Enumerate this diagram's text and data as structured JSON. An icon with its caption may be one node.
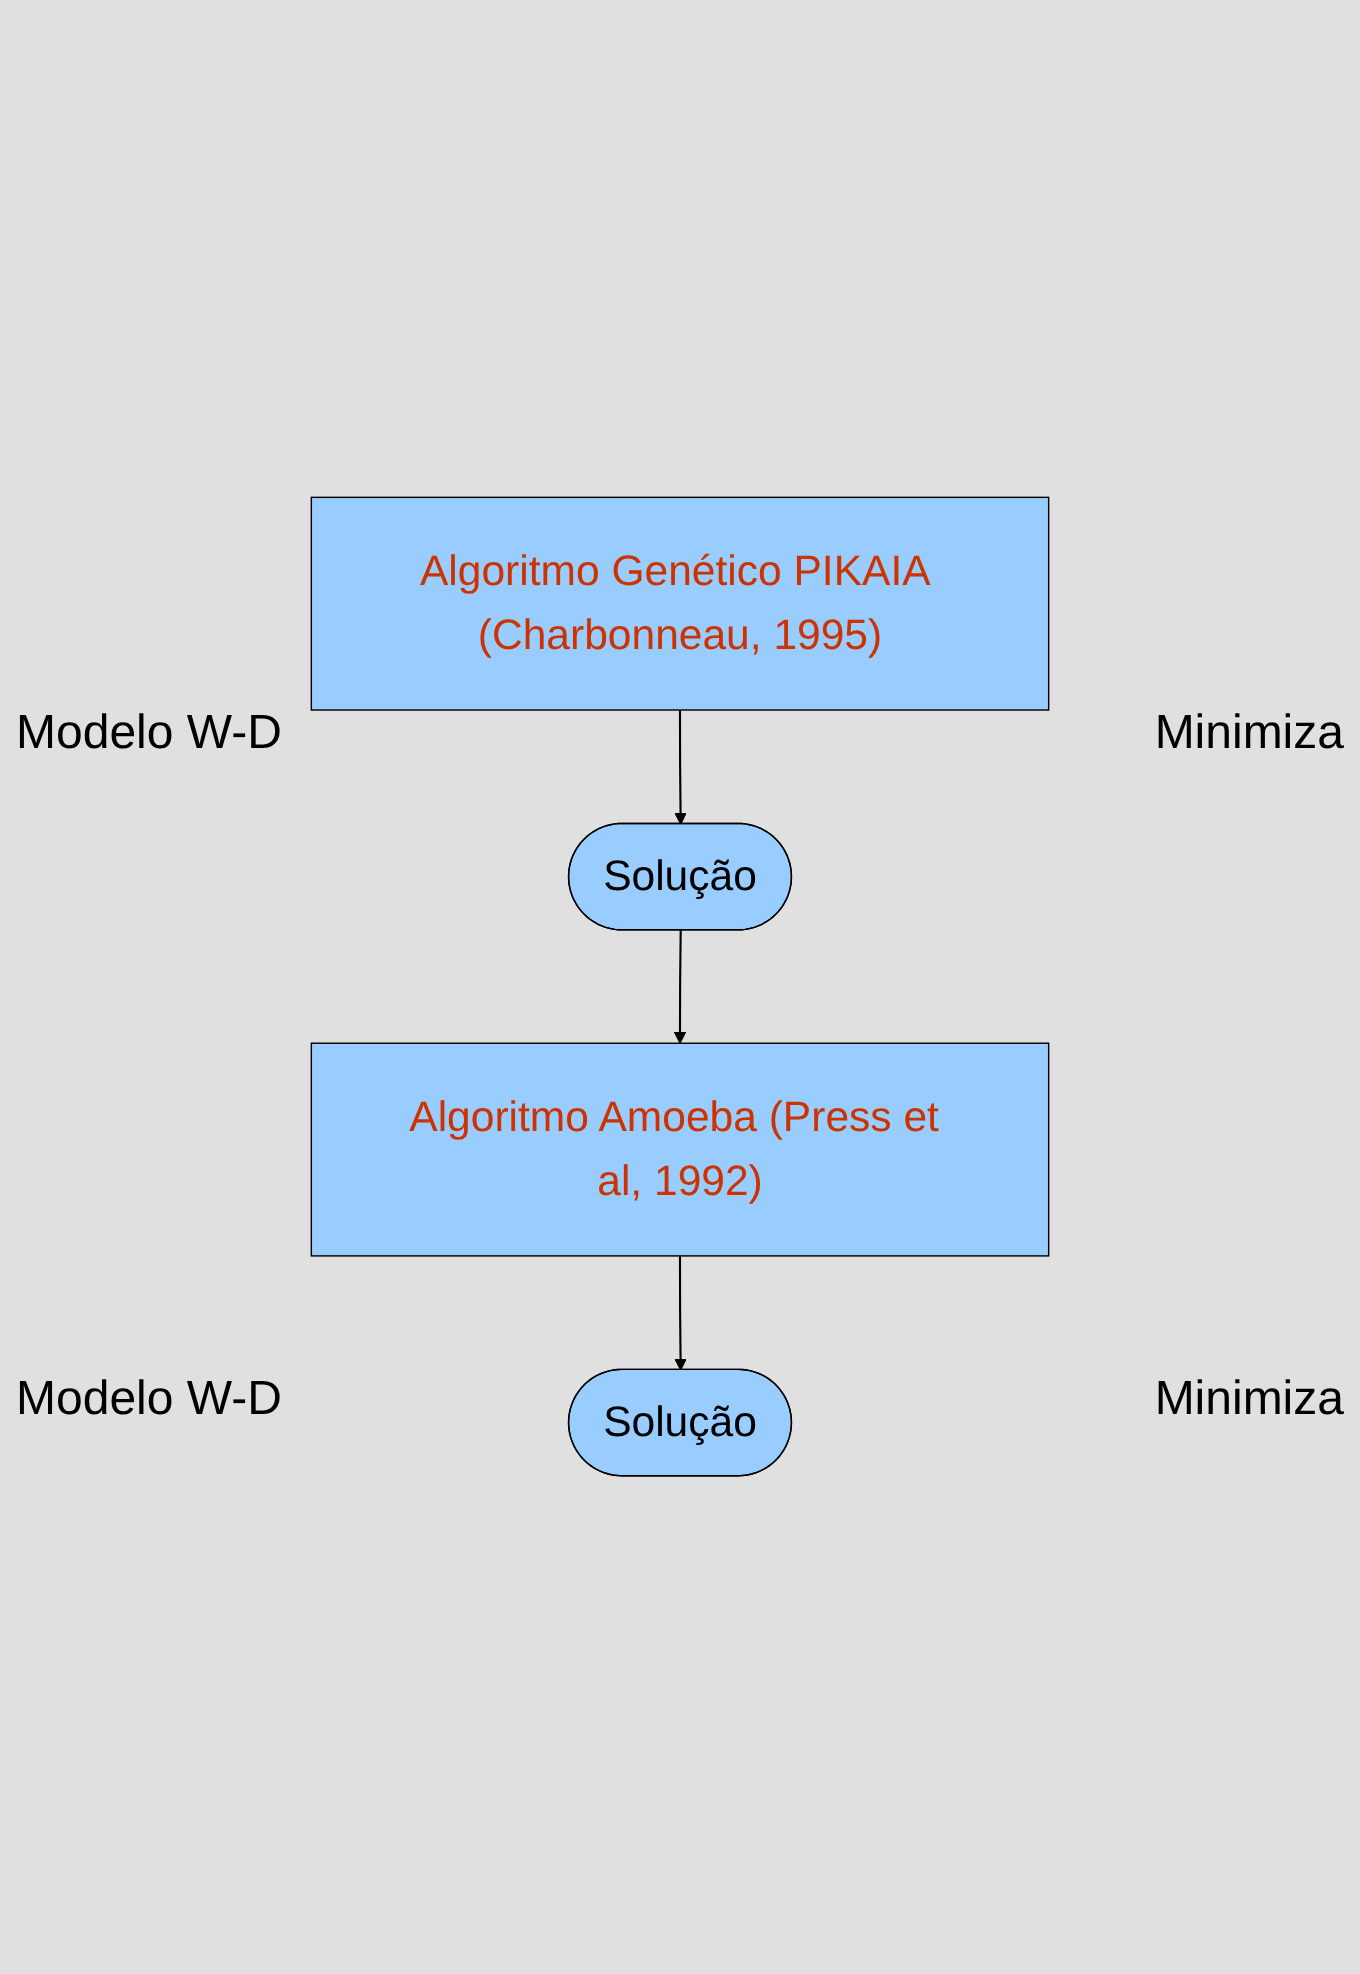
{
  "diagram": {
    "nodes": [
      {
        "text": [
          "Algoritmo Genético PIKAIA (Charbonneau, 1995)"
        ]
      },
      {
        "text": [
          "Solução"
        ]
      },
      {
        "text": [
          "Algoritmo Amoeba (Press et al, 1992)"
        ]
      },
      {
        "text": [
          "Solução"
        ]
      }
    ],
    "edges": [
      {
        "from": 0,
        "to": 1,
        "arrow": "to"
      },
      {
        "from": 1,
        "to": 2,
        "arrow": "to"
      },
      {
        "from": 2,
        "to": 3,
        "arrow": "to"
      }
    ],
    "labels": [
      "Modelo W-D",
      "Minimiza",
      "Modelo W-D",
      "Minimiza"
    ]
  }
}
